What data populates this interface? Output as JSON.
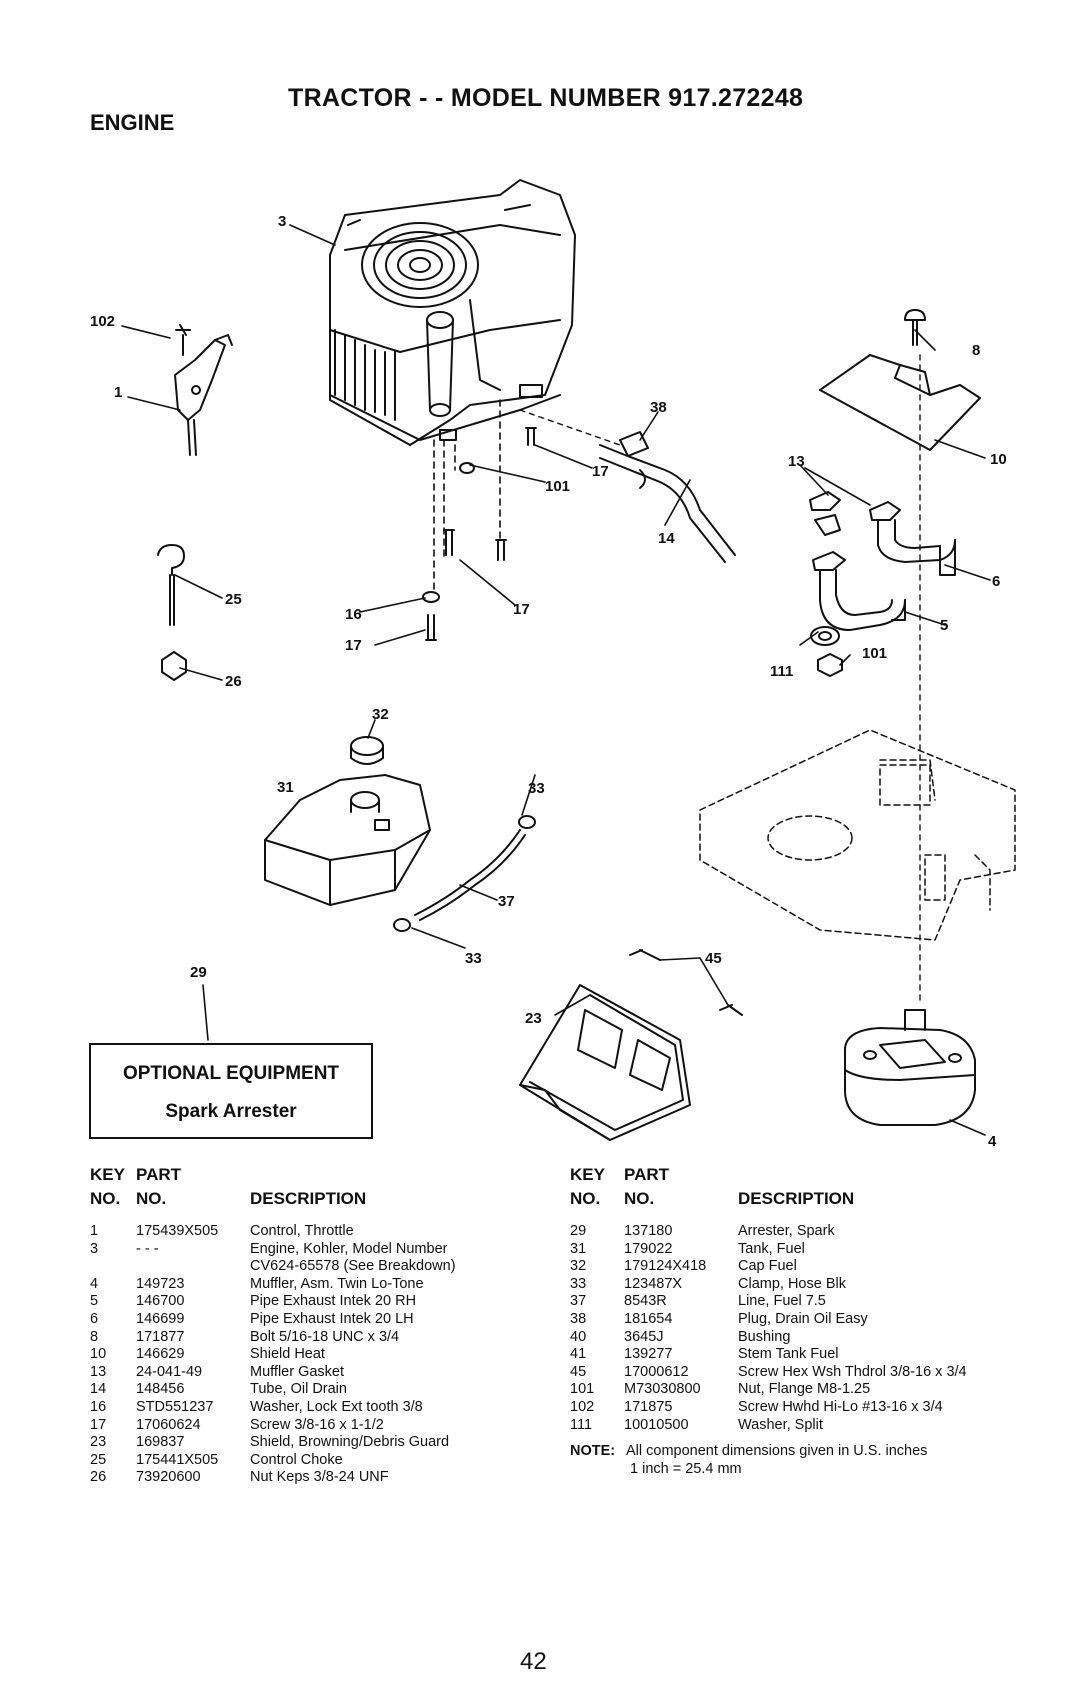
{
  "header": {
    "title": "TRACTOR - - MODEL NUMBER 917.272248",
    "section": "ENGINE"
  },
  "callouts": [
    "3",
    "102",
    "1",
    "8",
    "38",
    "10",
    "17",
    "101",
    "13",
    "14",
    "6",
    "25",
    "16",
    "17",
    "5",
    "111",
    "101",
    "17",
    "26",
    "32",
    "31",
    "33",
    "37",
    "33",
    "29",
    "45",
    "23",
    "4"
  ],
  "optional_equipment": {
    "title": "OPTIONAL EQUIPMENT",
    "item": "Spark Arrester"
  },
  "table_headers": {
    "key_line1": "KEY",
    "key_line2": "NO.",
    "part_line1": "PART",
    "part_line2": "NO.",
    "description": "DESCRIPTION"
  },
  "parts_left": [
    {
      "key": "1",
      "part": "175439X505",
      "desc": "Control, Throttle"
    },
    {
      "key": "3",
      "part": "- - -",
      "desc": "Engine, Kohler, Model Number"
    },
    {
      "key": "",
      "part": "",
      "desc": "CV624-65578 (See Breakdown)"
    },
    {
      "key": "4",
      "part": "149723",
      "desc": "Muffler, Asm. Twin Lo-Tone"
    },
    {
      "key": "5",
      "part": "146700",
      "desc": "Pipe Exhaust Intek 20 RH"
    },
    {
      "key": "6",
      "part": "146699",
      "desc": "Pipe Exhaust Intek 20 LH"
    },
    {
      "key": "8",
      "part": "171877",
      "desc": "Bolt 5/16-18 UNC x 3/4"
    },
    {
      "key": "10",
      "part": "146629",
      "desc": "Shield Heat"
    },
    {
      "key": "13",
      "part": "24-041-49",
      "desc": "Muffler Gasket"
    },
    {
      "key": "14",
      "part": "148456",
      "desc": "Tube, Oil Drain"
    },
    {
      "key": "16",
      "part": "STD551237",
      "desc": "Washer, Lock Ext tooth 3/8"
    },
    {
      "key": "17",
      "part": "17060624",
      "desc": "Screw 3/8-16 x 1-1/2"
    },
    {
      "key": "23",
      "part": "169837",
      "desc": "Shield, Browning/Debris Guard"
    },
    {
      "key": "25",
      "part": "175441X505",
      "desc": "Control Choke"
    },
    {
      "key": "26",
      "part": "73920600",
      "desc": "Nut Keps 3/8-24 UNF"
    }
  ],
  "parts_right": [
    {
      "key": "29",
      "part": "137180",
      "desc": "Arrester, Spark"
    },
    {
      "key": "31",
      "part": "179022",
      "desc": "Tank, Fuel"
    },
    {
      "key": "32",
      "part": "179124X418",
      "desc": "Cap Fuel"
    },
    {
      "key": "33",
      "part": "123487X",
      "desc": "Clamp, Hose Blk"
    },
    {
      "key": "37",
      "part": "8543R",
      "desc": "Line, Fuel 7.5"
    },
    {
      "key": "38",
      "part": "181654",
      "desc": "Plug, Drain Oil Easy"
    },
    {
      "key": "40",
      "part": "3645J",
      "desc": "Bushing"
    },
    {
      "key": "41",
      "part": "139277",
      "desc": "Stem Tank Fuel"
    },
    {
      "key": "45",
      "part": "17000612",
      "desc": "Screw Hex Wsh Thdrol 3/8-16 x 3/4"
    },
    {
      "key": "101",
      "part": "M73030800",
      "desc": "Nut, Flange M8-1.25"
    },
    {
      "key": "102",
      "part": "171875",
      "desc": "Screw Hwhd Hi-Lo #13-16 x 3/4"
    },
    {
      "key": "111",
      "part": "10010500",
      "desc": "Washer, Split"
    }
  ],
  "note": {
    "label": "NOTE:",
    "line1": "All component dimensions given in U.S. inches",
    "line2": "1 inch = 25.4 mm"
  },
  "page_number": "42"
}
